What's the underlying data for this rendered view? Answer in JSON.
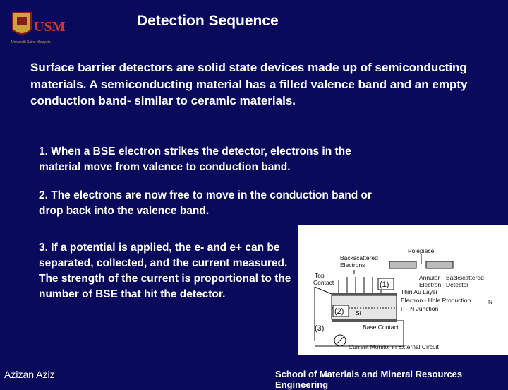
{
  "logo": {
    "text": "USM",
    "tagline": "Universiti Sains Malaysia"
  },
  "slide": {
    "title": "Detection Sequence",
    "intro": "Surface barrier detectors are solid state devices made up of semiconducting materials. A semiconducting material has a filled valence band and an empty conduction band- similar to ceramic materials.",
    "points": [
      "1. When a BSE electron strikes the detector, electrons in the material move from valence to conduction band.",
      "2. The electrons are now free to move in the conduction band or drop back into the valence band.",
      "3. If a potential is applied, the e- and e+ can be separated, collected, and the current measured. The strength of the current is proportional to the number of BSE that hit the detector."
    ]
  },
  "figure": {
    "labels": {
      "polepiece": "Polepiece",
      "backscattered_electrons": "Backscattered Electrons",
      "top_contact": "Top Contact",
      "annular_detector": "Annular Backscattered Electron Detector",
      "thin_au_layer": "Thin Au Layer",
      "electron_hole_production": "Electron - Hole Production",
      "pn_junction": "P - N Junction",
      "si": "Si",
      "base_contact": "Base Contact",
      "current_monitor": "Current Monitor in External Circuit",
      "n": "N",
      "step1": "(1)",
      "step2": "(2)",
      "step3": "(3)"
    }
  },
  "footer": {
    "author": "Azizan Aziz",
    "school": "School of Materials and Mineral Resources Engineering"
  },
  "colors": {
    "background": "#0a0a5c",
    "text": "#ffffff"
  }
}
